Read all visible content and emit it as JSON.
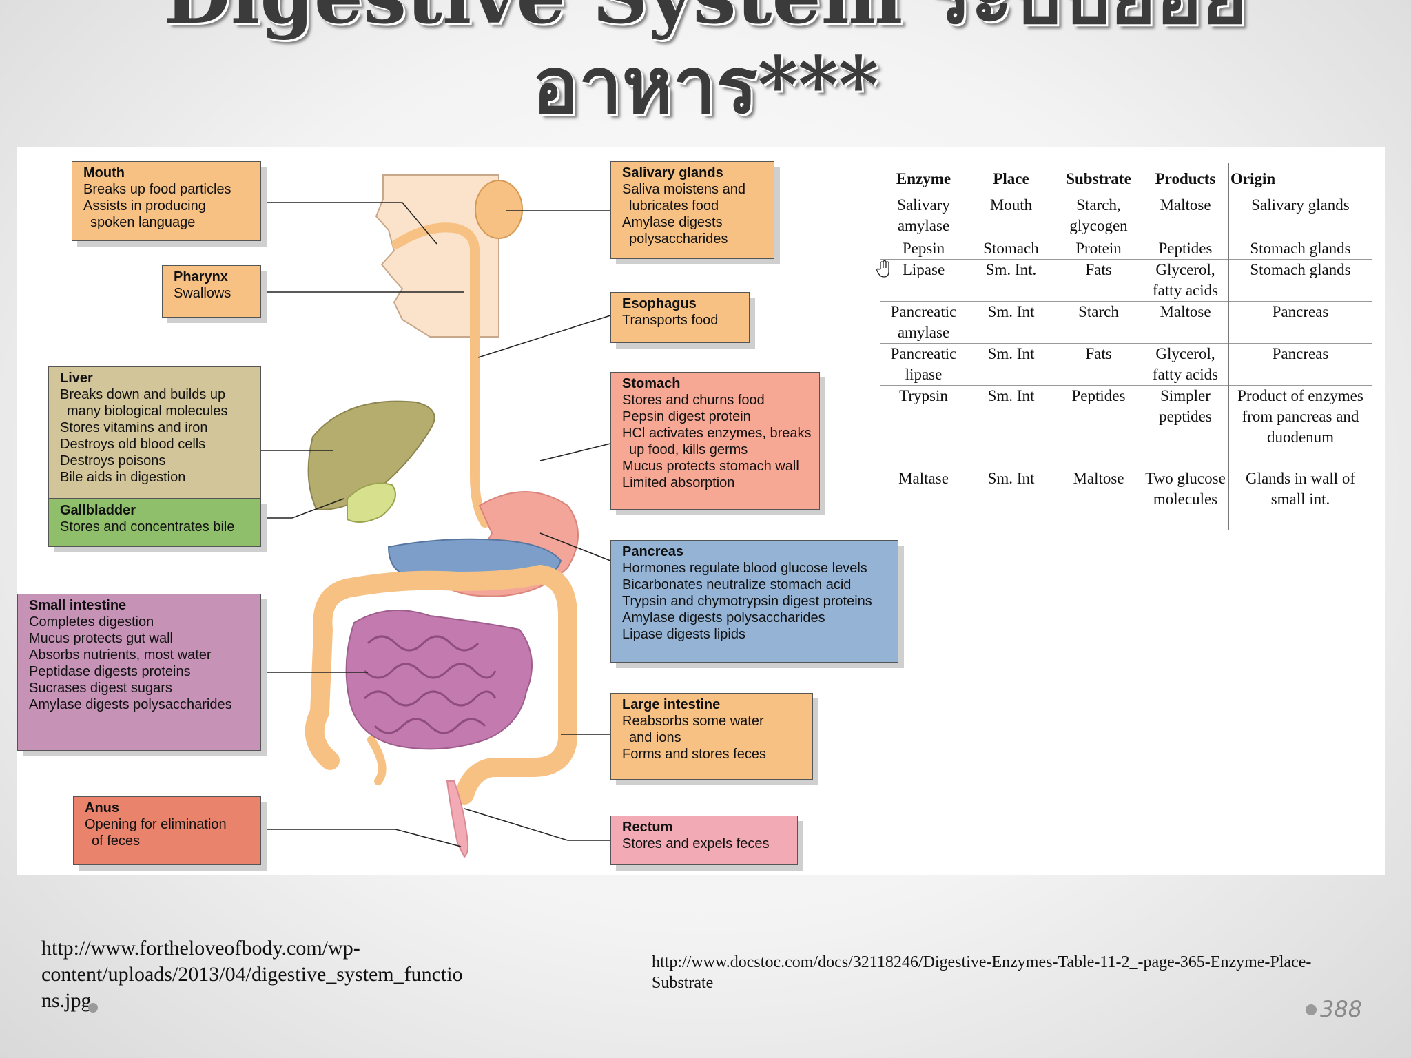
{
  "slide": {
    "title_line1": "Digestive System ระบบย่อย",
    "title_line2": "อาหาร***",
    "page_number": "388"
  },
  "diagram": {
    "boxes": {
      "mouth": {
        "name": "Mouth",
        "lines": [
          "Breaks up food particles",
          "Assists in producing",
          "spoken language"
        ]
      },
      "pharynx": {
        "name": "Pharynx",
        "lines": [
          "Swallows"
        ]
      },
      "liver": {
        "name": "Liver",
        "lines": [
          "Breaks down and builds up",
          "many biological molecules",
          "Stores vitamins and iron",
          "Destroys old blood cells",
          "Destroys poisons",
          "Bile aids in digestion"
        ]
      },
      "gallbladder": {
        "name": "Gallbladder",
        "lines": [
          "Stores and concentrates bile"
        ]
      },
      "small_intestine": {
        "name": "Small intestine",
        "lines": [
          "Completes digestion",
          "Mucus protects gut wall",
          "Absorbs nutrients, most water",
          "Peptidase digests proteins",
          "Sucrases digest sugars",
          "Amylase digests polysaccharides"
        ]
      },
      "anus": {
        "name": "Anus",
        "lines": [
          "Opening for elimination",
          "of feces"
        ]
      },
      "salivary": {
        "name": "Salivary glands",
        "lines": [
          "Saliva moistens and",
          "lubricates food",
          "Amylase digests",
          "polysaccharides"
        ]
      },
      "esophagus": {
        "name": "Esophagus",
        "lines": [
          "Transports food"
        ]
      },
      "stomach": {
        "name": "Stomach",
        "lines": [
          "Stores and churns food",
          "Pepsin digest protein",
          "HCl activates enzymes, breaks",
          "up food, kills germs",
          "Mucus protects stomach wall",
          "Limited absorption"
        ]
      },
      "pancreas": {
        "name": "Pancreas",
        "lines": [
          "Hormones regulate blood glucose levels",
          "Bicarbonates neutralize stomach acid",
          "Trypsin and chymotrypsin digest proteins",
          "Amylase digests polysaccharides",
          "Lipase digests lipids"
        ]
      },
      "large_intestine": {
        "name": "Large intestine",
        "lines": [
          "Reabsorbs some water",
          "and ions",
          "Forms and stores feces"
        ]
      },
      "rectum": {
        "name": "Rectum",
        "lines": [
          "Stores and expels feces"
        ]
      }
    },
    "colors": {
      "orange": "#f7c184",
      "olive": "#d3c59a",
      "green": "#8fbf6b",
      "purple": "#c693b7",
      "salmon": "#e9836c",
      "pink": "#f2aab4",
      "rose": "#f7a895",
      "blue": "#94b3d5"
    }
  },
  "enzyme_table": {
    "headers": [
      "Enzyme",
      "Place",
      "Substrate",
      "Products",
      "Origin"
    ],
    "rows": [
      [
        "Salivary amylase",
        "Mouth",
        "Starch, glycogen",
        "Maltose",
        "Salivary glands"
      ],
      [
        "Pepsin",
        "Stomach",
        "Protein",
        "Peptides",
        "Stomach glands"
      ],
      [
        "Lipase",
        "Sm. Int.",
        "Fats",
        "Glycerol, fatty acids",
        "Stomach glands"
      ],
      [
        "Pancreatic amylase",
        "Sm. Int",
        "Starch",
        "Maltose",
        "Pancreas"
      ],
      [
        "Pancreatic lipase",
        "Sm. Int",
        "Fats",
        "Glycerol, fatty acids",
        "Pancreas"
      ],
      [
        "Trypsin",
        "Sm. Int",
        "Peptides",
        "Simpler peptides",
        "Product of enzymes from pancreas and duodenum"
      ],
      [
        "Maltase",
        "Sm. Int",
        "Maltose",
        "Two glucose molecules",
        "Glands in wall of small int."
      ]
    ]
  },
  "sources": {
    "left_line1": "http://www.fortheloveofbody.com/wp-",
    "left_line2": "content/uploads/2013/04/digestive_system_functio",
    "left_line3": "ns.jpg",
    "right": "http://www.docstoc.com/docs/32118246/Digestive-Enzymes-Table-11-2_-page-365-Enzyme-Place-Substrate"
  },
  "icons": [
    "hand-cursor-icon"
  ]
}
